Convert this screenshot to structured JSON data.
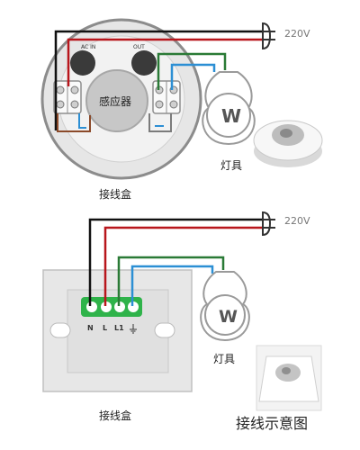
{
  "top_diagram": {
    "voltage": "220V",
    "ac_in": "AC IN",
    "out": "OUT",
    "sensor": "感应器",
    "lamp_symbol": "W",
    "lamp_label": "灯具",
    "box_label": "接线盒",
    "wire_colors": {
      "black": "#111111",
      "red": "#b8161c",
      "green": "#2a7a36",
      "blue": "#2c8fd4",
      "brown": "#8b4a2a"
    }
  },
  "bottom_diagram": {
    "voltage": "220V",
    "terminal_n": "N",
    "terminal_l": "L",
    "terminal_l1": "L1",
    "terminal_color": "#2fb34a",
    "lamp_symbol": "W",
    "lamp_label": "灯具",
    "box_label": "接线盒"
  },
  "caption": "接线示意图"
}
